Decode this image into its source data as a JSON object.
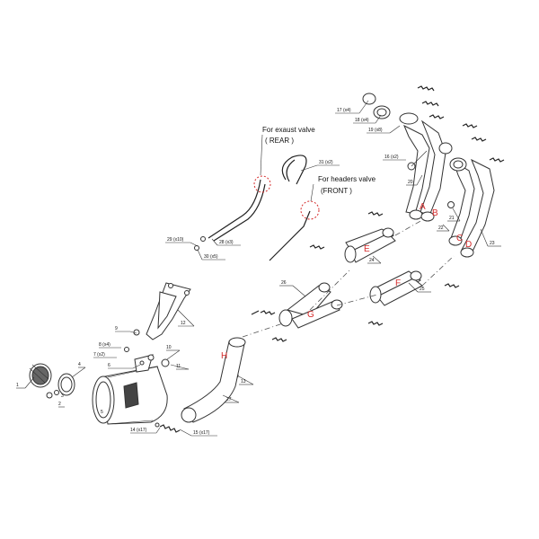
{
  "notes": {
    "rear_line1": "For exaust valve",
    "rear_line2": "( REAR )",
    "front_line1": "For headers valve",
    "front_line2": "(FRONT )"
  },
  "letters": {
    "A": "A",
    "B": "B",
    "C": "C",
    "D": "D",
    "E": "E",
    "F": "F",
    "G": "G",
    "H": "H"
  },
  "callouts": {
    "c1": "1",
    "c2": "2",
    "c3": "3",
    "c4": "4",
    "c5": "5",
    "c6": "6",
    "c7": "7 (x2)",
    "c8": "8 (x4)",
    "c9": "9",
    "c10": "10",
    "c11": "11",
    "c12": "12",
    "c13": "13",
    "c14": "14 (x17)",
    "c15": "15 (x17)",
    "c16": "16 (x2)",
    "c17": "17 (x4)",
    "c18": "18 (x4)",
    "c19": "19 (x8)",
    "c20": "20",
    "c21": "21",
    "c22": "22",
    "c23": "23",
    "c24": "24",
    "c25": "25",
    "c26": "26",
    "c27": "27",
    "c28": "28 (x3)",
    "c29": "29 (x10)",
    "c30": "30 (x5)",
    "c31": "31 (x2)"
  },
  "colors": {
    "accent_red": "#d52b2b",
    "line": "#333333",
    "part_fill": "#d9d9d9"
  }
}
